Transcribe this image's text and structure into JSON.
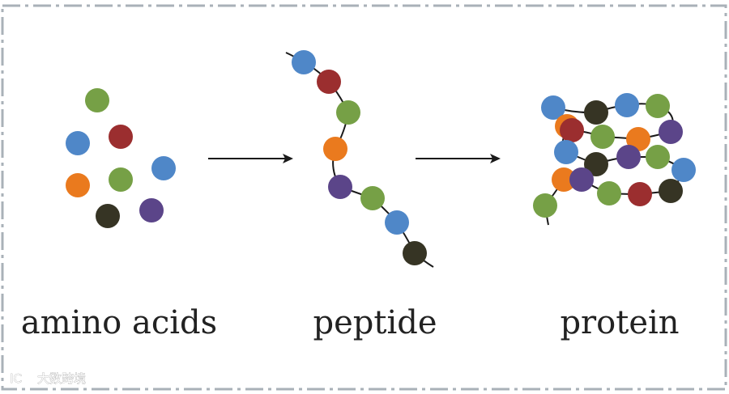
{
  "labels": {
    "amino_acids": "amino acids",
    "peptide": "peptide",
    "protein": "protein"
  },
  "watermark": {
    "logo_text": "IC",
    "text": "大数跨境"
  },
  "colors": {
    "border": "#a9b1b8",
    "chain": "#1a1a1a",
    "arrow": "#1a1a1a",
    "blue": "#4f87c8",
    "red": "#9b2e2f",
    "green": "#76a046",
    "orange": "#ea7a1e",
    "purple": "#5b4589",
    "dark": "#363424"
  }
}
